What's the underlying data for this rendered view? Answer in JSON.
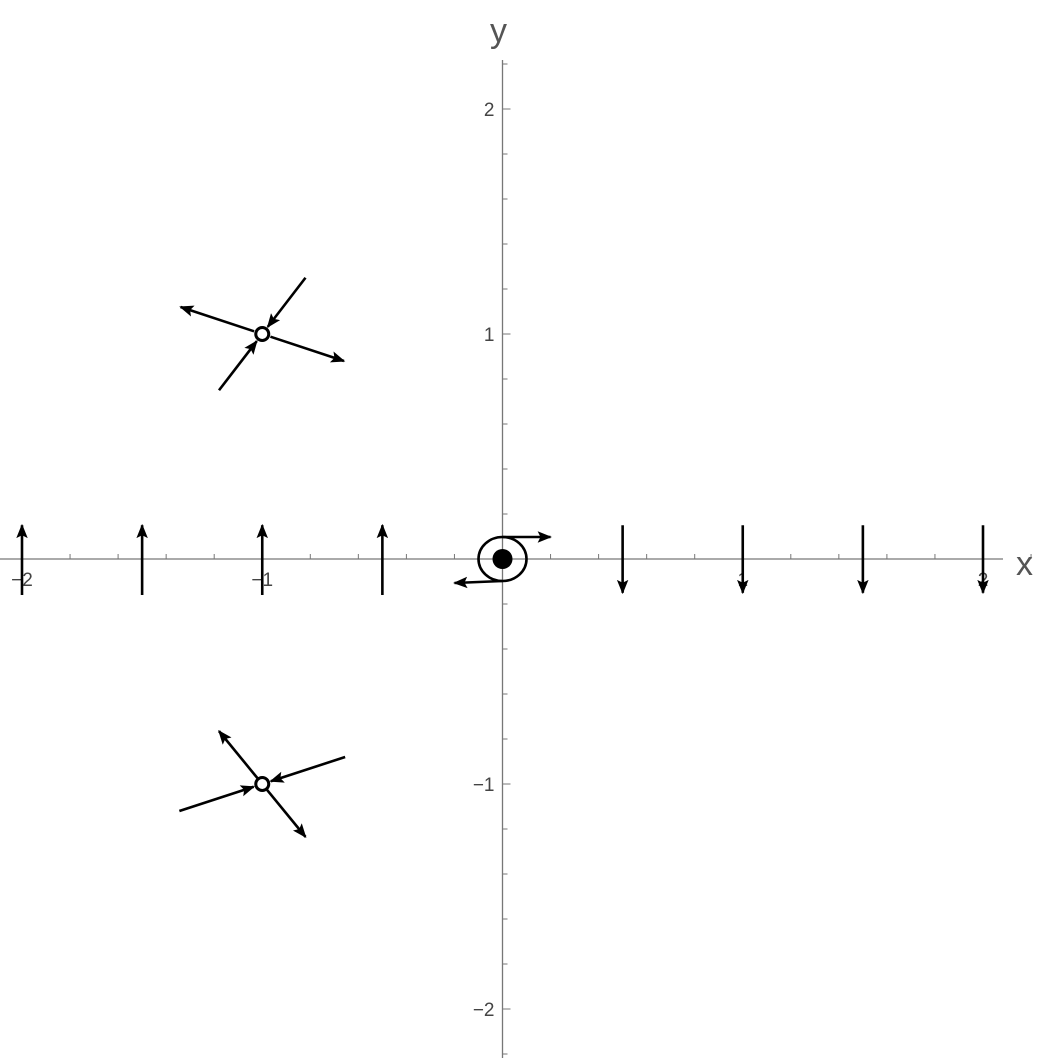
{
  "chart_data": {
    "type": "vector",
    "xlabel": "x",
    "ylabel": "y",
    "xlim": [
      -2.08,
      2.25
    ],
    "ylim": [
      -2.2,
      2.2
    ],
    "xticks": [
      -2,
      -1,
      1,
      2
    ],
    "xtick_labels": [
      "−2",
      "−1",
      "1",
      "2"
    ],
    "yticks": [
      -2,
      -1,
      1,
      2
    ],
    "ytick_labels": [
      "−2",
      "−1",
      "1",
      "2"
    ],
    "minor_tick_step": 0.2,
    "grid": false,
    "color": "#000000",
    "equilibria": [
      {
        "x": -1,
        "y": 1,
        "kind": "saddle",
        "outgoing": [
          -0.34,
          0.12
        ],
        "incoming": [
          0.18,
          0.25
        ]
      },
      {
        "x": -1,
        "y": -1,
        "kind": "saddle",
        "outgoing": [
          -0.18,
          0.235
        ],
        "incoming": [
          0.345,
          0.12
        ]
      },
      {
        "x": 0,
        "y": 0,
        "kind": "center"
      }
    ],
    "axis_vectors": [
      {
        "x": -2,
        "dir": "up"
      },
      {
        "x": -1.5,
        "dir": "up"
      },
      {
        "x": -1,
        "dir": "up"
      },
      {
        "x": -0.5,
        "dir": "up"
      },
      {
        "x": 0.5,
        "dir": "down"
      },
      {
        "x": 1,
        "dir": "down"
      },
      {
        "x": 1.5,
        "dir": "down"
      },
      {
        "x": 2,
        "dir": "down"
      }
    ]
  }
}
